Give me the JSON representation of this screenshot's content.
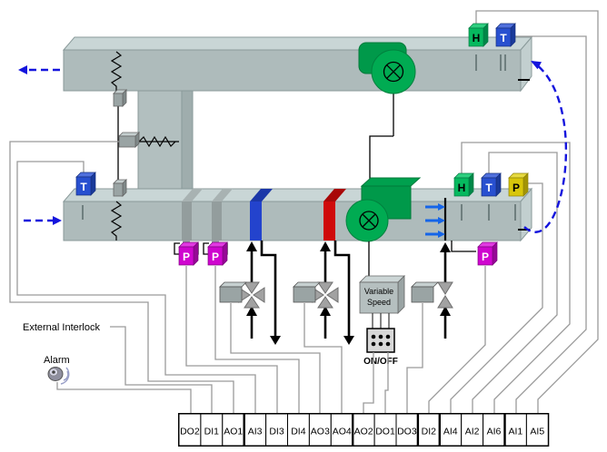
{
  "labels": {
    "external_interlock": "External Interlock",
    "alarm": "Alarm",
    "variable_speed_line1": "Variable",
    "variable_speed_line2": "Speed",
    "on_off": "ON/OFF"
  },
  "sensors": {
    "return_humidity": {
      "label": "H",
      "type": "humidity",
      "location": "return-duct-top"
    },
    "return_temperature": {
      "label": "T",
      "type": "temperature",
      "location": "return-duct-top"
    },
    "outdoor_temperature": {
      "label": "T",
      "type": "temperature",
      "location": "supply-duct-inlet"
    },
    "supply_humidity": {
      "label": "H",
      "type": "humidity",
      "location": "supply-duct-outlet"
    },
    "supply_temperature": {
      "label": "T",
      "type": "temperature",
      "location": "supply-duct-outlet"
    },
    "supply_pressure": {
      "label": "P",
      "type": "pressure",
      "location": "supply-duct-outlet"
    },
    "filter1_dp": {
      "label": "P",
      "type": "diff-pressure",
      "location": "below-filter-1"
    },
    "filter2_dp": {
      "label": "P",
      "type": "diff-pressure",
      "location": "below-filter-2"
    },
    "fan_dp": {
      "label": "P",
      "type": "diff-pressure",
      "location": "below-supply-fan-outlet"
    }
  },
  "io_blocks": [
    {
      "label": "DO2"
    },
    {
      "label": "DI1"
    },
    {
      "label": "AO1"
    },
    {
      "label": "AI3"
    },
    {
      "label": "DI3"
    },
    {
      "label": "DI4"
    },
    {
      "label": "AO3"
    },
    {
      "label": "AO4"
    },
    {
      "label": "AO2"
    },
    {
      "label": "DO1"
    },
    {
      "label": "DO3"
    },
    {
      "label": "DI2"
    },
    {
      "label": "AI4"
    },
    {
      "label": "AI2"
    },
    {
      "label": "AI6"
    },
    {
      "label": "AI1"
    },
    {
      "label": "AI5"
    }
  ],
  "connections": [
    {
      "from": "alarm",
      "to": "DO2"
    },
    {
      "from": "external-interlock",
      "to": "DI1"
    },
    {
      "from": "mixing-damper-actuator",
      "to": "AO1"
    },
    {
      "from": "outdoor-temperature-sensor",
      "to": "AI3"
    },
    {
      "from": "filter1-dp-sensor",
      "to": "DI3"
    },
    {
      "from": "filter2-dp-sensor",
      "to": "DI4"
    },
    {
      "from": "cooling-valve-actuator",
      "to": "AO3"
    },
    {
      "from": "heating-valve-actuator",
      "to": "AO4"
    },
    {
      "from": "variable-speed-drive",
      "to": "AO2"
    },
    {
      "from": "on-off-connector",
      "to": "DO1"
    },
    {
      "from": "humidifier-valve-actuator",
      "to": "DO3"
    },
    {
      "from": "fan-dp-sensor",
      "to": "DI2"
    },
    {
      "from": "supply-pressure-sensor",
      "to": "AI4"
    },
    {
      "from": "supply-temperature-sensor",
      "to": "AI2"
    },
    {
      "from": "supply-humidity-sensor",
      "to": "AI6"
    },
    {
      "from": "return-temperature-sensor",
      "to": "AI1"
    },
    {
      "from": "return-humidity-sensor",
      "to": "AI5"
    }
  ],
  "colors": {
    "airflow_blue": "#1414dd",
    "humidifier_arrow_blue": "#1565e8",
    "duct_front": "#aebbbb",
    "duct_top": "#c9d6d6",
    "duct_end": "#c2cfcf",
    "fan_green": "#00ab52",
    "fan_scroll_green": "#00994a",
    "cooling_coil": "#2343cd",
    "heating_coil": "#cf0a0a",
    "humidity_sensor": "#06b95f",
    "temperature_sensor": "#2850d0",
    "pressure_sensor_yellow": "#d8c60a",
    "pressure_sensor_magenta": "#cf06cf",
    "wire_gray": "#9a9a9a"
  }
}
